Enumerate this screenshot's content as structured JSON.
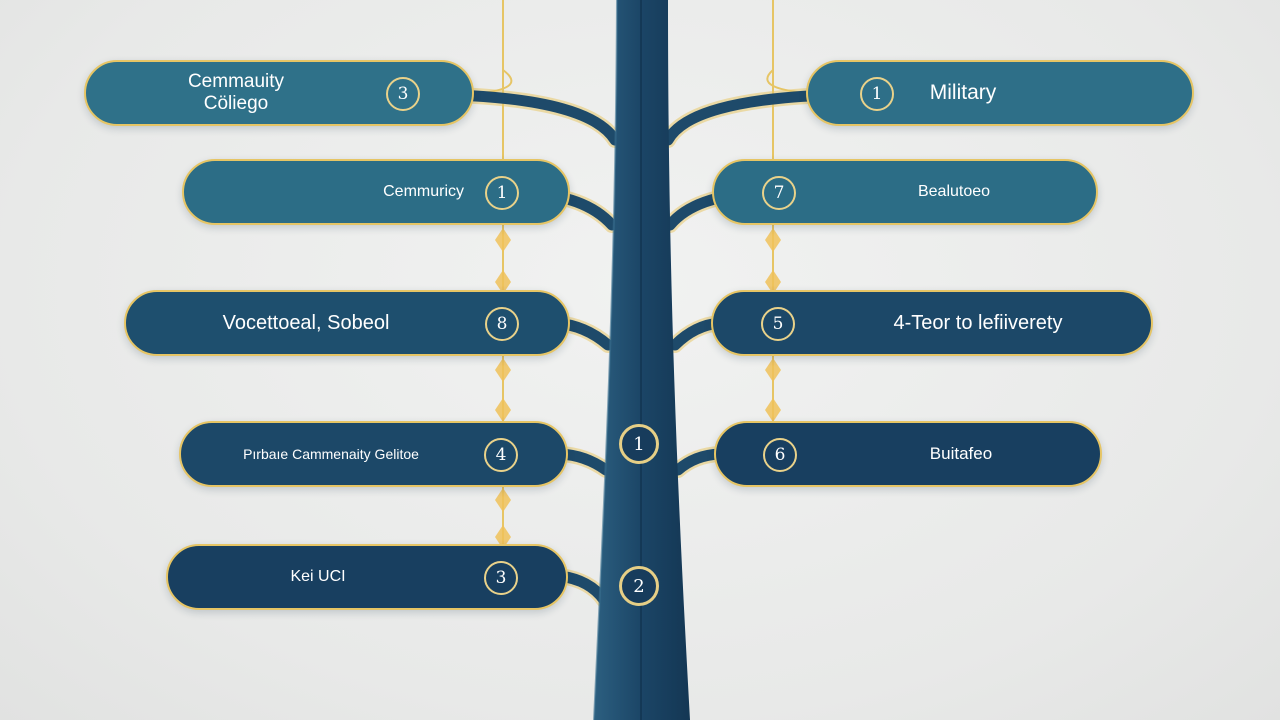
{
  "colors": {
    "trunk": "#1b4566",
    "gold": "#e6c565",
    "pill_teal": "#2d6f88",
    "pill_navy": "#173d5e",
    "text": "#ffffff"
  },
  "left_nodes": [
    {
      "label": "Cemmauity\nCöliego",
      "number": "3"
    },
    {
      "label": "Cemmuricy",
      "number": "1"
    },
    {
      "label": "Vocettoeal, Sobeol",
      "number": "8"
    },
    {
      "label": "Pırbaıe Cammenaity Gelitoe",
      "number": "4"
    },
    {
      "label": "Kei UCI",
      "number": "3"
    }
  ],
  "right_nodes": [
    {
      "label": "Military",
      "number": "1"
    },
    {
      "label": "Bealutoeo",
      "number": "7"
    },
    {
      "label": "4-Teor to lefiiverety",
      "number": "5"
    },
    {
      "label": "Buitafeo",
      "number": "6"
    }
  ],
  "trunk_badges": [
    {
      "number": "1"
    },
    {
      "number": "2"
    }
  ]
}
